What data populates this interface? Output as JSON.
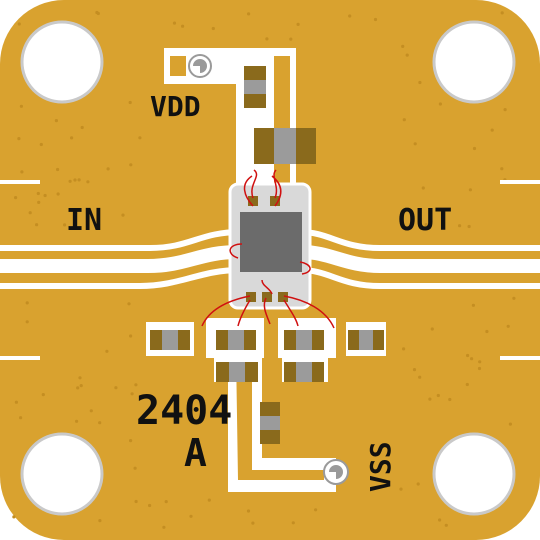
{
  "board": {
    "labels": {
      "vdd": "VDD",
      "in": "IN",
      "out": "OUT",
      "vss": "VSS",
      "part_number": "2404",
      "revision": "A"
    }
  },
  "colors": {
    "gold": "#d9a22f",
    "gold_dark": "#c48e22",
    "trace": "#ffffff",
    "chip_body": "#6b6b6b",
    "chip_pad": "#8a6a1c",
    "cap_body": "#8a6a1c",
    "cap_mid": "#9b9b9b",
    "wire": "#d01010",
    "text": "#111111"
  }
}
